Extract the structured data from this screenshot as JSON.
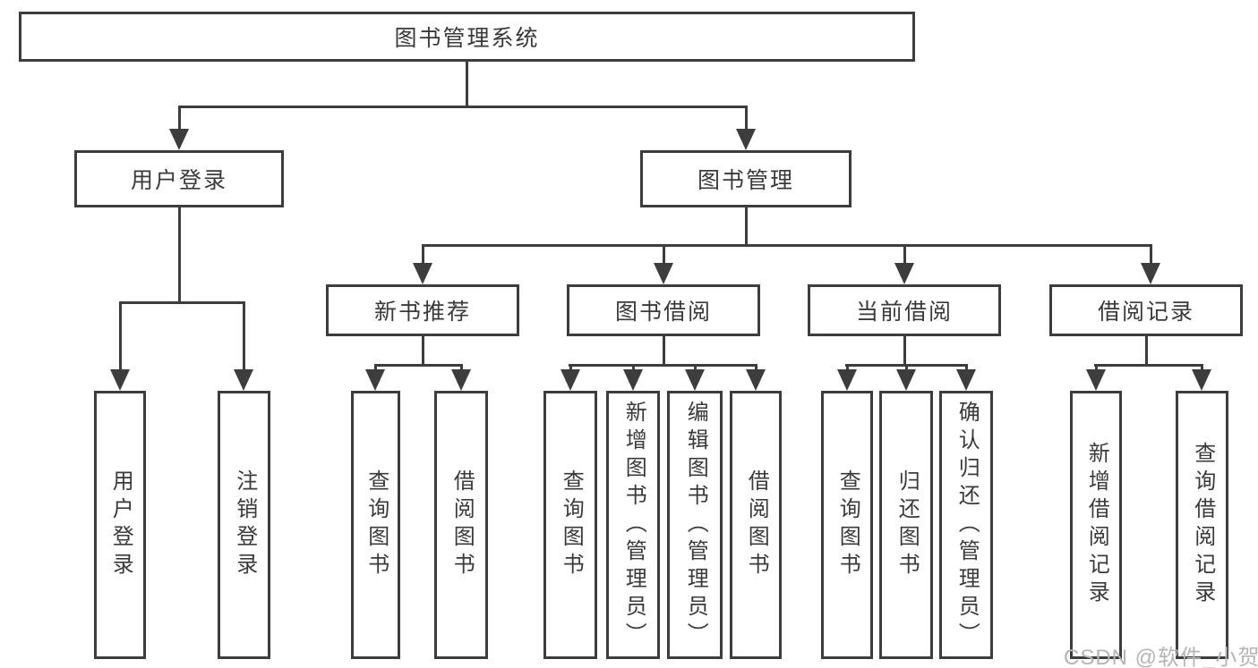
{
  "diagram_title": "图书管理系统",
  "tree": {
    "root": "图书管理系统",
    "level1": [
      "用户登录",
      "图书管理"
    ],
    "level2": [
      "新书推荐",
      "图书借阅",
      "当前借阅",
      "借阅记录"
    ],
    "leaves": {
      "user_login": [
        "用户登录",
        "注销登录"
      ],
      "new_book_recommend": [
        "查询图书",
        "借阅图书"
      ],
      "book_borrow": [
        "查询图书",
        "新增图书（管理员）",
        "编辑图书（管理员）",
        "借阅图书"
      ],
      "current_borrow": [
        "查询图书",
        "归还图书",
        "确认归还（管理员）"
      ],
      "borrow_record": [
        "新增借阅记录",
        "查询借阅记录"
      ]
    }
  },
  "watermark": "CSDN @软件_小贺同学",
  "colors": {
    "line": "#3d3d3d",
    "text": "#3a3a3a",
    "watermark": "#b5b5b5",
    "background": "#ffffff"
  }
}
